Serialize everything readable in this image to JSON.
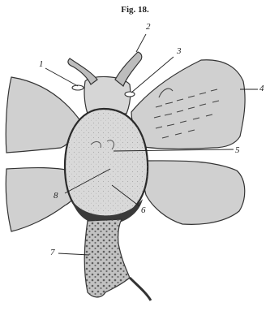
{
  "figure": {
    "title": "Fig. 18.",
    "labels": {
      "l1": "1",
      "l2": "2",
      "l3": "3",
      "l4": "4",
      "l5": "5",
      "l6": "6",
      "l7": "7",
      "l8": "8"
    }
  }
}
